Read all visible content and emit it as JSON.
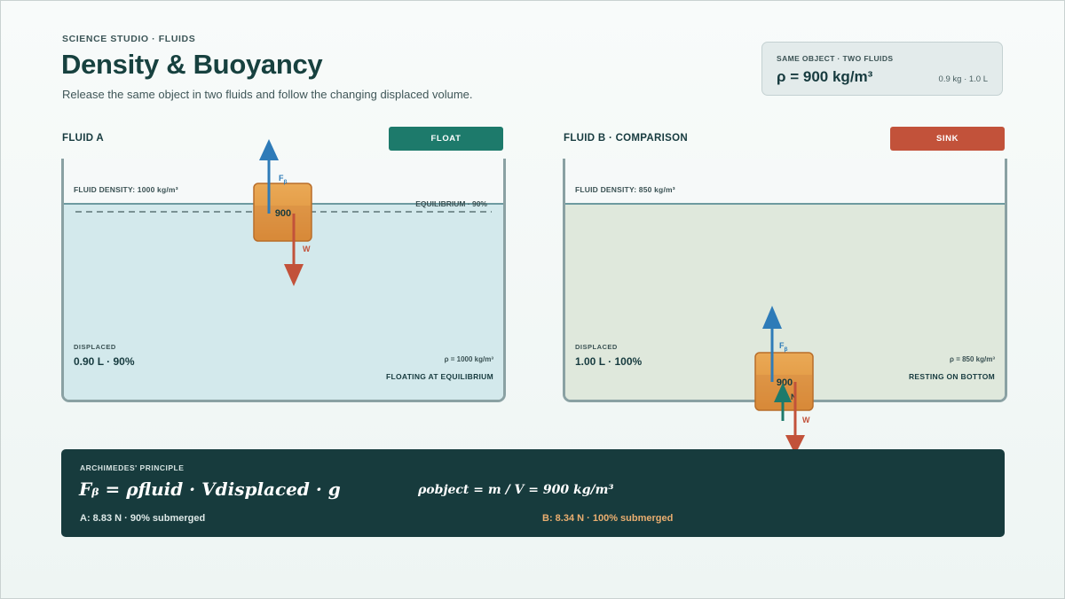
{
  "header": {
    "eyebrow": "SCIENCE STUDIO · FLUIDS",
    "title": "Density & Buoyancy",
    "subtitle": "Release the same object in two fluids and follow the changing displaced volume."
  },
  "object_card": {
    "label": "SAME OBJECT · TWO FLUIDS",
    "density": "ρ = 900 kg/m³",
    "mass_volume": "0.9 kg · 1.0 L"
  },
  "fluid_a": {
    "label": "FLUID A",
    "status": "FLOAT",
    "density_label": "FLUID DENSITY: 1000 kg/m³",
    "equilibrium_label": "EQUILIBRIUM · 90%",
    "displaced_label": "DISPLACED",
    "displaced_value": "0.90 L · 90%",
    "rho_label": "ρ = 1000 kg/m³",
    "state_label": "FLOATING AT EQUILIBRIUM",
    "object_label": "900",
    "buoyancy_label": "F",
    "buoyancy_sub": "β",
    "weight_label": "W",
    "submerged_fraction": 0.9,
    "fluid_color": "#d3e9ec"
  },
  "fluid_b": {
    "label": "FLUID B · COMPARISON",
    "status": "SINK",
    "density_label": "FLUID DENSITY: 850 kg/m³",
    "displaced_label": "DISPLACED",
    "displaced_value": "1.00 L · 100%",
    "rho_label": "ρ = 850 kg/m³",
    "state_label": "RESTING ON BOTTOM",
    "object_label": "900",
    "buoyancy_label": "F",
    "buoyancy_sub": "β",
    "normal_label": "N",
    "weight_label": "W",
    "submerged_fraction": 1.0,
    "fluid_color": "#dfe8dc"
  },
  "principle": {
    "label": "ARCHIMEDES' PRINCIPLE",
    "formula_main": "Fᵦ = ρfluid · Vdisplaced · g",
    "formula_side": "ρobject = m / V = 900 kg/m³",
    "result_a": "A: 8.83 N · 90% submerged",
    "result_b": "B: 8.34 N · 100% submerged"
  },
  "colors": {
    "float": "#1d7a6b",
    "sink": "#c2523a",
    "buoyancy_arrow": "#2e7bb8",
    "weight_arrow": "#c2523a",
    "normal_arrow": "#1d7a6b",
    "object": "#e0963f",
    "panel": "#173b3d"
  }
}
